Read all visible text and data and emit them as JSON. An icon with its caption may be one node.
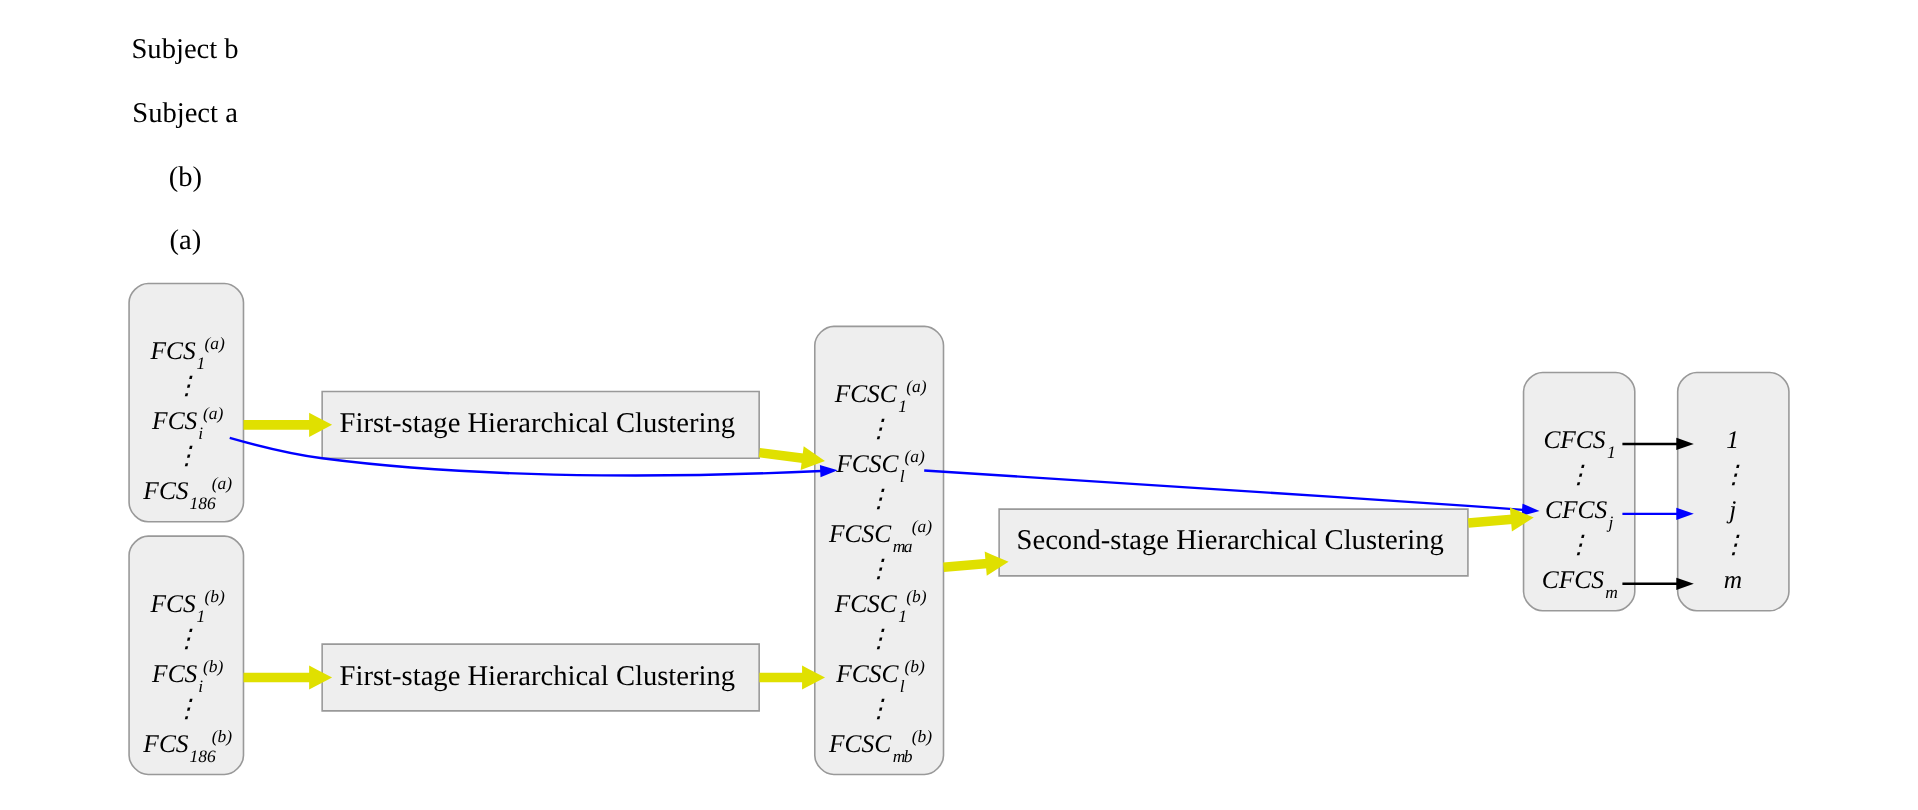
{
  "diagram": {
    "nodes": [
      {
        "text": [],
        "shape": "ellipse"
      },
      {
        "text": [
          "FCS$_{1}$$^{(a)}$"
        ],
        "in": 0
      },
      {
        "text": [
          "⋮"
        ],
        "in": 0
      },
      {
        "text": [
          "FCS$_{i}$$^{(a)}$"
        ],
        "in": 0
      },
      {
        "text": [
          "⋮"
        ],
        "in": 0
      },
      {
        "text": [
          "FCS$_{186}$$^{(a)}$"
        ],
        "in": 0
      },
      {
        "text": [
          "First-stage Hierarchical Clustering"
        ]
      },
      {
        "text": [],
        "shape": "ellipse"
      },
      {
        "text": [
          "FCS$_{1}$$^{(b)}$"
        ],
        "in": 7
      },
      {
        "text": [
          "⋮"
        ],
        "in": 7
      },
      {
        "text": [
          "FCS$_{i}$$^{(b)}$"
        ],
        "in": 7
      },
      {
        "text": [
          "⋮"
        ],
        "in": 7
      },
      {
        "text": [
          "FCS$_{186}$$^{(b)}$"
        ],
        "in": 7
      },
      {
        "text": [
          "First-stage Hierarchical Clustering"
        ]
      },
      {
        "text": [],
        "shape": "ellipse"
      },
      {
        "text": [
          "FCSC$_{1}$$^{(a)}$"
        ],
        "in": 14
      },
      {
        "text": [
          "⋮"
        ],
        "in": 14
      },
      {
        "text": [
          "FCSC$_{l}$$^{(a)}$"
        ],
        "in": 14
      },
      {
        "text": [
          "⋮"
        ],
        "in": 14
      },
      {
        "text": [
          "FCSC$_{m}$$_{a}$$^{(a)}$"
        ],
        "in": 14
      },
      {
        "text": [
          "⋮"
        ],
        "in": 14
      },
      {
        "text": [
          "FCSC$_{1}$$^{(b)}$"
        ],
        "in": 14
      },
      {
        "text": [
          "⋮"
        ],
        "in": 14
      },
      {
        "text": [
          "FCSC$_{l}$$^{(b)}$"
        ],
        "in": 14
      },
      {
        "text": [
          "⋮"
        ],
        "in": 14
      },
      {
        "text": [
          "FCSC$_{m}$$_{b}$$^{(b)}$"
        ],
        "in": 14
      },
      {
        "text": [
          "Second-stage Hierarchical Clustering"
        ]
      },
      {
        "text": [],
        "shape": "ellipse"
      },
      {
        "text": [
          "CFCS$_{1}$"
        ],
        "in": 27
      },
      {
        "text": [
          "⋮"
        ],
        "in": 27
      },
      {
        "text": [
          "CFCS$_{j}$"
        ],
        "in": 27
      },
      {
        "text": [
          "⋮"
        ],
        "in": 27
      },
      {
        "text": [
          "CFCS$_{m}$"
        ],
        "in": 27
      },
      {
        "text": [],
        "shape": "ellipse"
      },
      {
        "text": [
          "1"
        ],
        "in": 33
      },
      {
        "text": [
          "⋮"
        ],
        "in": 33
      },
      {
        "text": [
          "j"
        ],
        "in": 33
      },
      {
        "text": [
          "⋮"
        ],
        "in": 33
      },
      {
        "text": [
          "m"
        ],
        "in": 33
      }
    ],
    "edges": [
      {
        "from": 3,
        "to": 6,
        "arrow": "to"
      },
      {
        "from": 6,
        "to": 17,
        "arrow": "to"
      },
      {
        "from": 10,
        "to": 13,
        "arrow": "to"
      },
      {
        "from": 13,
        "to": 23,
        "arrow": "to"
      },
      {
        "from": 20,
        "to": 26,
        "arrow": "to"
      },
      {
        "from": 26,
        "to": 30,
        "arrow": "to"
      },
      {
        "from": 3,
        "to": 17,
        "arrow": "to",
        "color": "#0000ff"
      },
      {
        "from": 17,
        "to": 30,
        "arrow": "to",
        "color": "#0000ff"
      },
      {
        "from": 28,
        "to": 34,
        "arrow": "to",
        "color": "#000000"
      },
      {
        "from": 30,
        "to": 36,
        "arrow": "to",
        "color": "#0000ff"
      },
      {
        "from": 32,
        "to": 38,
        "arrow": "to",
        "color": "#000000"
      }
    ],
    "labels": [
      "(a)",
      "(b)",
      "Subject a",
      "Subject b"
    ]
  }
}
